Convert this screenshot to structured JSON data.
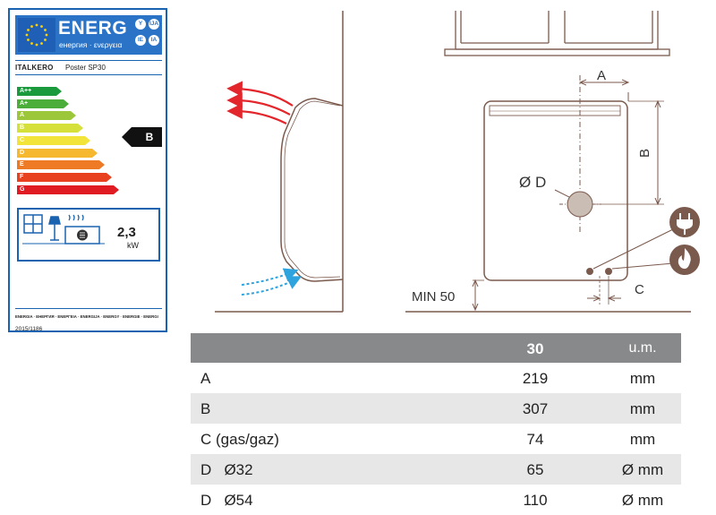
{
  "energy_label": {
    "heading": "ENERG",
    "heading_sub": "енергия · ενεργεια",
    "lang_codes": [
      "Y",
      "IJA",
      "IE",
      "IA"
    ],
    "supplier": "ITALKERO",
    "model": "Poster SP30",
    "classes": [
      {
        "label": "A++",
        "color": "#1a9a3d"
      },
      {
        "label": "A+",
        "color": "#4bae3a"
      },
      {
        "label": "A",
        "color": "#9cc73a"
      },
      {
        "label": "B",
        "color": "#d6e03a"
      },
      {
        "label": "C",
        "color": "#f3e43a"
      },
      {
        "label": "D",
        "color": "#f5b82e"
      },
      {
        "label": "E",
        "color": "#ee7a25"
      },
      {
        "label": "F",
        "color": "#e8411f"
      },
      {
        "label": "G",
        "color": "#e01b22"
      }
    ],
    "rated_class": "B",
    "power_value": "2,3",
    "power_unit": "kW",
    "energy_words": "ENERGIA · ЕНЕРГИЯ · ΕΝΕΡΓΕΙΑ · ENERGIJA · ENERGY · ENERGIE · ENERGI",
    "regulation": "2015/1186"
  },
  "dimension_diagram": {
    "label_a": "A",
    "label_b": "B",
    "label_c": "C",
    "label_d": "Ø D",
    "label_min": "MIN 50"
  },
  "spec_table": {
    "header": {
      "name": "",
      "value": "30",
      "unit": "u.m."
    },
    "rows": [
      {
        "name": "A",
        "value": "219",
        "unit": "mm"
      },
      {
        "name": "B",
        "value": "307",
        "unit": "mm"
      },
      {
        "name": "C (gas/gaz)",
        "value": "74",
        "unit": "mm"
      },
      {
        "name": "D   Ø32",
        "value": "65",
        "unit": "Ø mm"
      },
      {
        "name": "D   Ø54",
        "value": "110",
        "unit": "Ø mm"
      }
    ]
  },
  "colors": {
    "label_blue": "#2a73c7",
    "hot_air": "#e3262b",
    "cold_air": "#2ea3dd",
    "outline": "#7b5a4e",
    "table_header": "#88898b"
  }
}
